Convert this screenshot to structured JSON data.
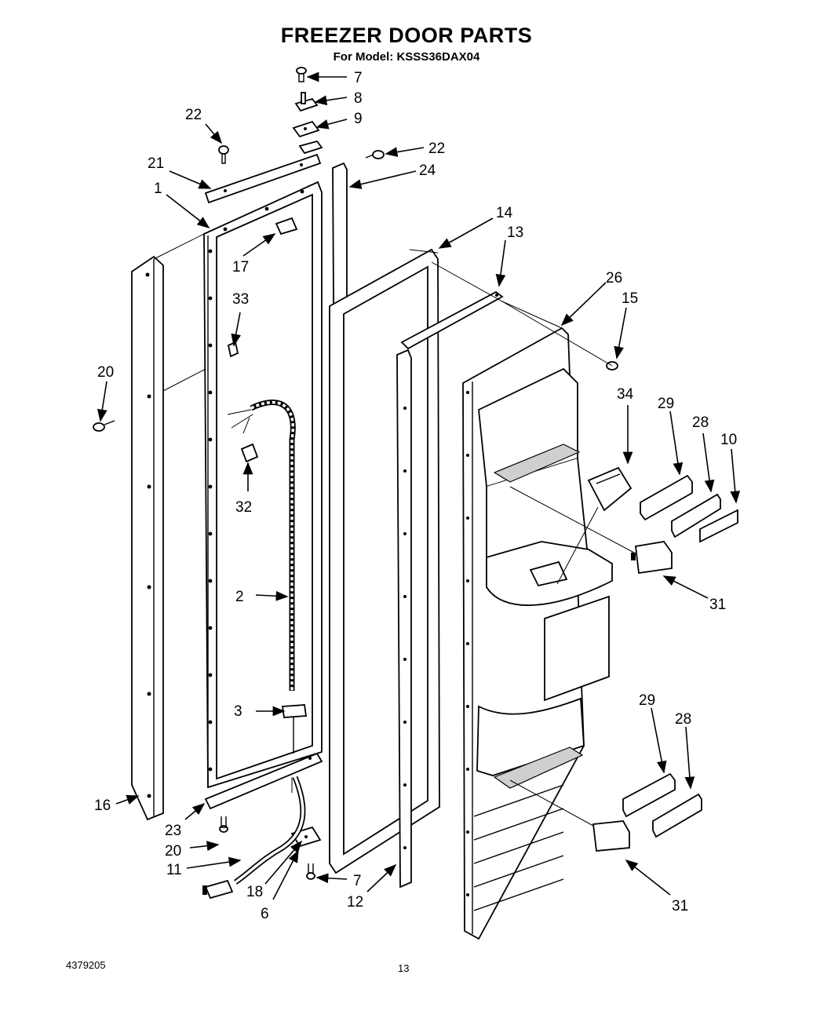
{
  "header": {
    "title": "FREEZER DOOR PARTS",
    "subtitle": "For Model: KSSS36DAX04"
  },
  "footer": {
    "doc_number": "4379205",
    "page_number": "13"
  },
  "callouts": [
    "7",
    "8",
    "9",
    "22",
    "22",
    "21",
    "24",
    "1",
    "14",
    "13",
    "17",
    "26",
    "15",
    "33",
    "20",
    "34",
    "29",
    "28",
    "10",
    "32",
    "31",
    "2",
    "3",
    "29",
    "28",
    "16",
    "23",
    "20",
    "11",
    "18",
    "6",
    "7",
    "12",
    "31"
  ]
}
